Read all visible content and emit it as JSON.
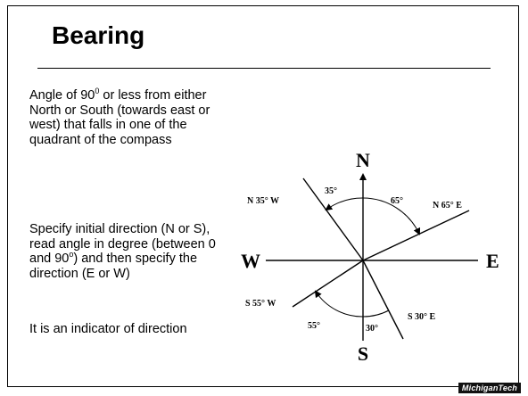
{
  "slide": {
    "title": "Bearing",
    "paragraph1_pre": "Angle of 90",
    "paragraph1_sup": "0",
    "paragraph1_post": " or less from either North or South (towards east or west) that falls in one of the quadrant of the compass",
    "paragraph2_pre": "Specify initial direction (N or S), read angle in degree (between 0 and 90",
    "paragraph2_sup": "o",
    "paragraph2_post": ") and then specify the direction (E or W)",
    "paragraph3": "It is an indicator of direction",
    "logo_text": "MichiganTech"
  },
  "compass": {
    "north": "N",
    "south": "S",
    "east": "E",
    "west": "W",
    "bearings": [
      {
        "label": "N 35° W",
        "angle_label": "35°"
      },
      {
        "label": "N 65° E",
        "angle_label": "65°"
      },
      {
        "label": "S 55° W",
        "angle_label": "55°"
      },
      {
        "label": "S 30° E",
        "angle_label": "30°"
      }
    ]
  }
}
